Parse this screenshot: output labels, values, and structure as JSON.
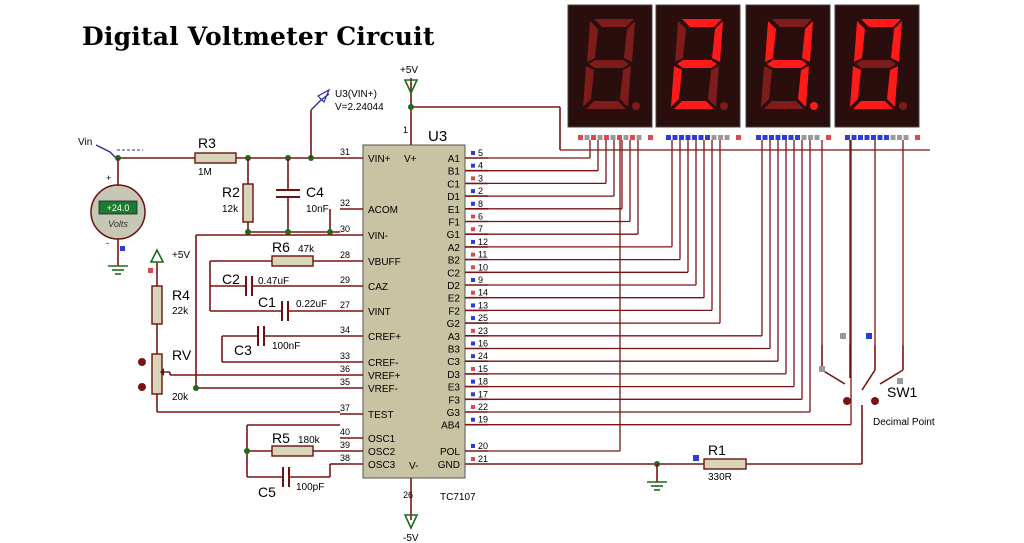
{
  "title": "Digital Voltmeter Circuit",
  "ic": {
    "ref": "U3",
    "part": "TC7107",
    "top_supply": "V+",
    "bottom_supply": "V-",
    "left_pins": [
      {
        "num": "31",
        "name": "VIN+"
      },
      {
        "num": "32",
        "name": "ACOM"
      },
      {
        "num": "30",
        "name": "VIN-"
      },
      {
        "num": "28",
        "name": "VBUFF"
      },
      {
        "num": "29",
        "name": "CAZ"
      },
      {
        "num": "27",
        "name": "VINT"
      },
      {
        "num": "34",
        "name": "CREF+"
      },
      {
        "num": "33",
        "name": "CREF-"
      },
      {
        "num": "36",
        "name": "VREF+"
      },
      {
        "num": "35",
        "name": "VREF-"
      },
      {
        "num": "37",
        "name": "TEST"
      },
      {
        "num": "40",
        "name": "OSC1"
      },
      {
        "num": "39",
        "name": "OSC2"
      },
      {
        "num": "38",
        "name": "OSC3"
      }
    ],
    "right_pins": [
      {
        "num": "5",
        "name": "A1"
      },
      {
        "num": "4",
        "name": "B1"
      },
      {
        "num": "3",
        "name": "C1"
      },
      {
        "num": "2",
        "name": "D1"
      },
      {
        "num": "8",
        "name": "E1"
      },
      {
        "num": "6",
        "name": "F1"
      },
      {
        "num": "7",
        "name": "G1"
      },
      {
        "num": "12",
        "name": "A2"
      },
      {
        "num": "11",
        "name": "B2"
      },
      {
        "num": "10",
        "name": "C2"
      },
      {
        "num": "9",
        "name": "D2"
      },
      {
        "num": "14",
        "name": "E2"
      },
      {
        "num": "13",
        "name": "F2"
      },
      {
        "num": "25",
        "name": "G2"
      },
      {
        "num": "23",
        "name": "A3"
      },
      {
        "num": "16",
        "name": "B3"
      },
      {
        "num": "24",
        "name": "C3"
      },
      {
        "num": "15",
        "name": "D3"
      },
      {
        "num": "18",
        "name": "E3"
      },
      {
        "num": "17",
        "name": "F3"
      },
      {
        "num": "22",
        "name": "G3"
      },
      {
        "num": "19",
        "name": "AB4"
      },
      {
        "num": "20",
        "name": "POL"
      },
      {
        "num": "21",
        "name": "GND"
      }
    ],
    "vplus_pin": "1",
    "vminus_pin": "26"
  },
  "components": {
    "vin_label": "Vin",
    "voltmeter_reading": "+24.0",
    "voltmeter_unit": "Volts",
    "probe_name": "U3(VIN+)",
    "probe_value": "V=2.24044",
    "r3": {
      "ref": "R3",
      "value": "1M"
    },
    "r2": {
      "ref": "R2",
      "value": "12k"
    },
    "c4": {
      "ref": "C4",
      "value": "10nF"
    },
    "r6": {
      "ref": "R6",
      "value": "47k"
    },
    "c2": {
      "ref": "C2",
      "value": "0.47uF"
    },
    "c1": {
      "ref": "C1",
      "value": "0.22uF"
    },
    "c3": {
      "ref": "C3",
      "value": "100nF"
    },
    "r4": {
      "ref": "R4",
      "value": "22k"
    },
    "rv": {
      "ref": "RV",
      "value": "20k"
    },
    "r5": {
      "ref": "R5",
      "value": "180k"
    },
    "c5": {
      "ref": "C5",
      "value": "100pF"
    },
    "r1": {
      "ref": "R1",
      "value": "330R"
    },
    "sw1": {
      "ref": "SW1",
      "caption": "Decimal Point"
    },
    "supply_pos": "+5V",
    "supply_neg": "-5V",
    "plus_sign": "+",
    "minus_sign": "-"
  },
  "display": {
    "digits": [
      "",
      "2",
      "4",
      "0"
    ],
    "decimal_point_digit": 3,
    "segment_on_color": "#ff1a1a",
    "segment_off_color": "#7e1c1c",
    "housing_color": "#2a0d0d"
  },
  "colors": {
    "wire": "#7a1414",
    "ic_fill": "#c8c3a3",
    "pin_marker_blue": "#2b3dd8",
    "pin_marker_red": "#e0494a",
    "voltmeter_fill": "#1d7a32"
  }
}
